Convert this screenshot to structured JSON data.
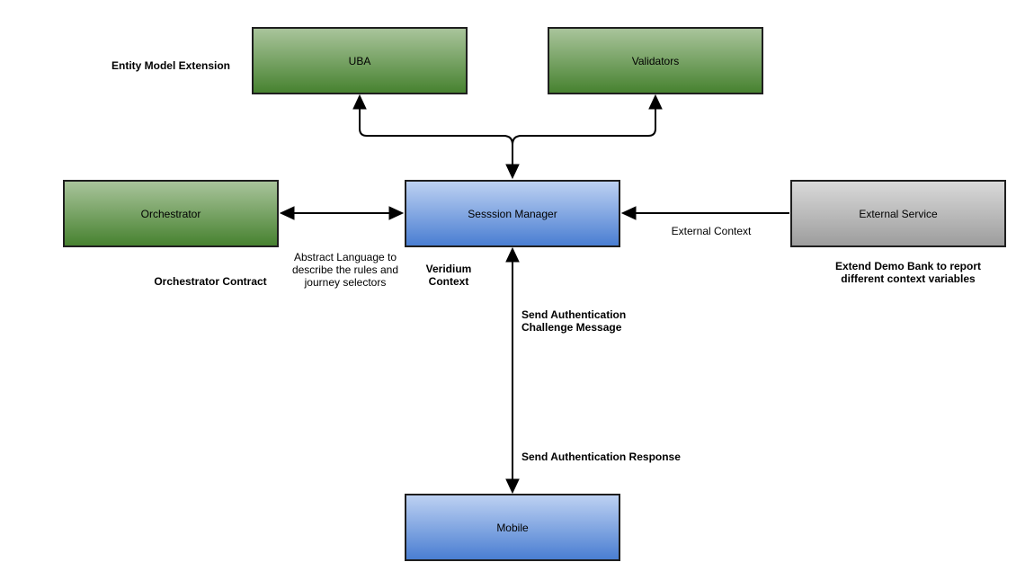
{
  "nodes": {
    "uba": {
      "label": "UBA",
      "color": "green"
    },
    "validators": {
      "label": "Validators",
      "color": "green"
    },
    "orchestrator": {
      "label": "Orchestrator",
      "color": "green"
    },
    "session_manager": {
      "label": "Sesssion Manager",
      "color": "blue"
    },
    "external_service": {
      "label": "External Service",
      "color": "gray"
    },
    "mobile": {
      "label": "Mobile",
      "color": "blue"
    }
  },
  "annotations": {
    "entity_model_extension": "Entity Model Extension",
    "orchestrator_contract": "Orchestrator Contract",
    "abstract_language": "Abstract Language to\ndescribe the rules and\njourney selectors",
    "veridium_context": "Veridium\nContext",
    "external_context": "External Context",
    "extend_demo_bank": "Extend Demo Bank to report\ndifferent context variables",
    "send_auth_challenge": "Send Authentication\nChallenge Message",
    "send_auth_response": "Send Authentication Response"
  },
  "edges": [
    {
      "from": "session_manager",
      "to": "uba",
      "arrow": "to"
    },
    {
      "from": "session_manager",
      "to": "validators",
      "arrow": "to"
    },
    {
      "from": "uba_validators_merge",
      "to": "session_manager",
      "arrow": "to"
    },
    {
      "from": "orchestrator",
      "to": "session_manager",
      "arrow": "both"
    },
    {
      "from": "external_service",
      "to": "session_manager",
      "arrow": "to",
      "label": "External Context"
    },
    {
      "from": "session_manager",
      "to": "mobile",
      "arrow": "both",
      "labels": [
        "Send Authentication\nChallenge Message",
        "Send Authentication Response"
      ]
    }
  ],
  "colors": {
    "green_top": "#a9c49b",
    "green_bottom": "#478230",
    "blue_top": "#bdd1f2",
    "blue_bottom": "#4a7ed2",
    "gray_top": "#d9d9d9",
    "gray_bottom": "#9d9d9d",
    "node_border": "#1f1f1f",
    "arrow": "#000000",
    "text": "#000000",
    "background": "#ffffff"
  }
}
